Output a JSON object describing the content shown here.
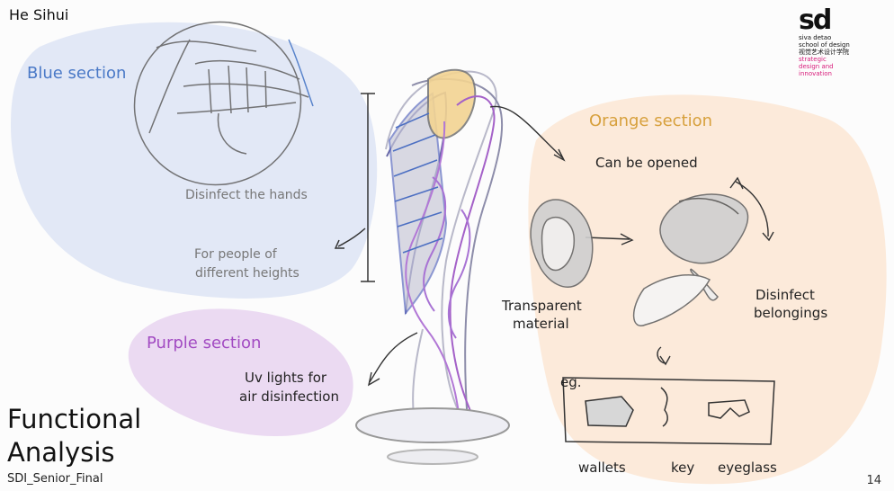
{
  "author": "He Sihui",
  "logo": {
    "main": "sd",
    "line1": "siva detao",
    "line2": "school of design",
    "line3": "视觉艺术设计学院",
    "line4": "strategic",
    "line5": "design and",
    "line6": "innovation"
  },
  "sections": {
    "blue": {
      "title": "Blue section",
      "items": [
        "Disinfect the hands",
        "For people of",
        "different heights"
      ]
    },
    "orange": {
      "title": "Orange section",
      "opened": "Can be opened",
      "material1": "Transparent",
      "material2": "material",
      "belongings1": "Disinfect",
      "belongings2": "belongings",
      "eg": "eg.",
      "examples": [
        "wallets",
        "key",
        "eyeglass"
      ]
    },
    "purple": {
      "title": "Purple section",
      "line1": "Uv lights for",
      "line2": "air disinfection"
    }
  },
  "slide_title": {
    "line1": "Functional",
    "line2": "Analysis"
  },
  "footer": "SDI_Senior_Final",
  "page_number": "14",
  "colors": {
    "blue_bg": "#dfe6f5",
    "orange_bg": "#fce9d8",
    "purple_bg": "#ead8f1",
    "blue_text": "#4a79c7",
    "orange_text": "#d7a03c",
    "purple_text": "#a24bc2",
    "logo_magenta": "#d81b7a"
  }
}
